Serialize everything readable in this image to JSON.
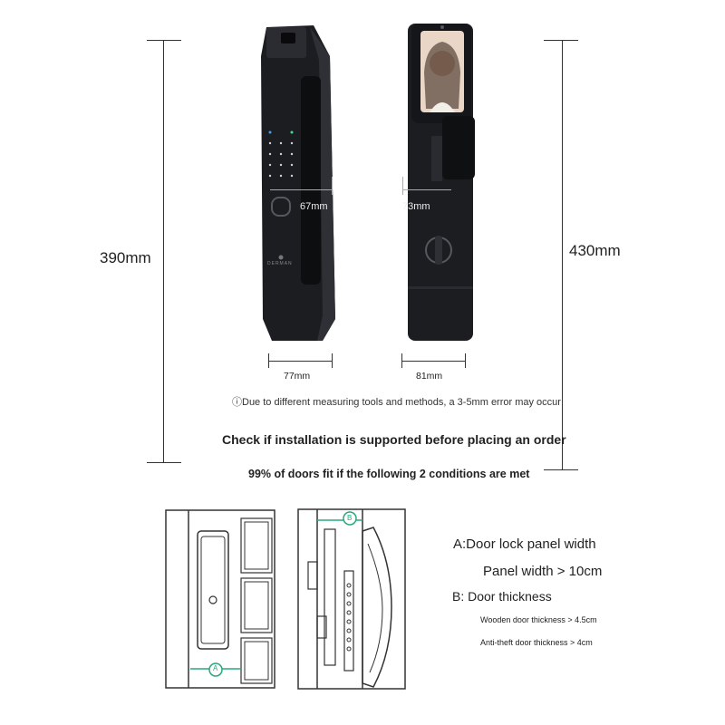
{
  "dimensions": {
    "height_front": "390mm",
    "height_back": "430mm",
    "depth_front": "67mm",
    "depth_back": "73mm",
    "width_front": "77mm",
    "width_back": "81mm"
  },
  "note": "ⓘDue to different measuring tools and methods, a 3-5mm error may occur",
  "headline": "Check if installation is supported before placing an order",
  "subheadline": "99% of doors fit if the following 2 conditions are met",
  "conditions": {
    "a_title": "A:Door lock panel width",
    "a_value": "Panel width > 10cm",
    "b_title": "B: Door thickness",
    "b_wooden": "Wooden door thickness > 4.5cm",
    "b_antitheft": "Anti-theft door thickness > 4cm"
  },
  "markers": {
    "a": "A",
    "b": "B"
  },
  "brand": "DERMAN",
  "colors": {
    "accent": "#2aa87a",
    "lock_body": "#1c1d21"
  }
}
